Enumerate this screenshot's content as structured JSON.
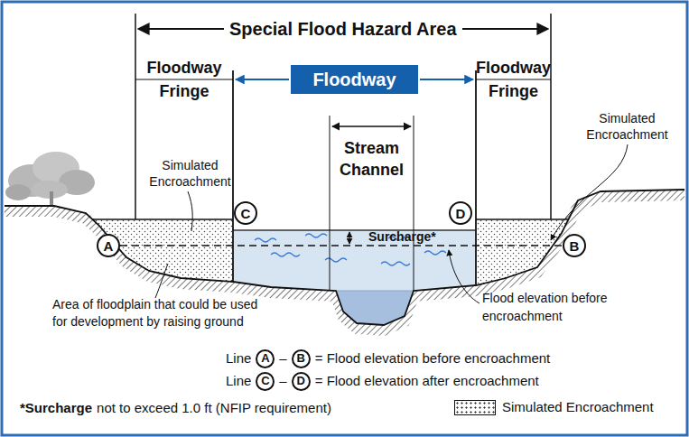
{
  "diagram": {
    "title": "Special Flood Hazard Area",
    "nodes": [
      {
        "text": [
          "Floodway"
        ]
      },
      {
        "text": [
          "C"
        ]
      },
      {
        "text": [
          "D"
        ]
      },
      {
        "text": [
          "A"
        ]
      },
      {
        "text": [
          "B"
        ]
      }
    ],
    "edges": [
      {
        "from": 3,
        "to": 4,
        "arrow": "none"
      }
    ],
    "labels": [
      "Floodway Fringe",
      "Floodway Fringe",
      "Stream Channel",
      "Simulated Encroachment",
      "Simulated Encroachment",
      "Surcharge*",
      "Area of floodplain that could be used for development by raising ground",
      "Flood elevation before encroachment",
      "Line",
      "A",
      "–",
      "B",
      "= Flood elevation before encroachment",
      "Line",
      "C",
      "–",
      "D",
      "= Flood elevation after encroachment",
      "*Surcharge",
      "not to exceed 1.0 ft (NFIP requirement)"
    ],
    "legend": [
      {
        "text": "Simulated Encroachment"
      }
    ]
  }
}
